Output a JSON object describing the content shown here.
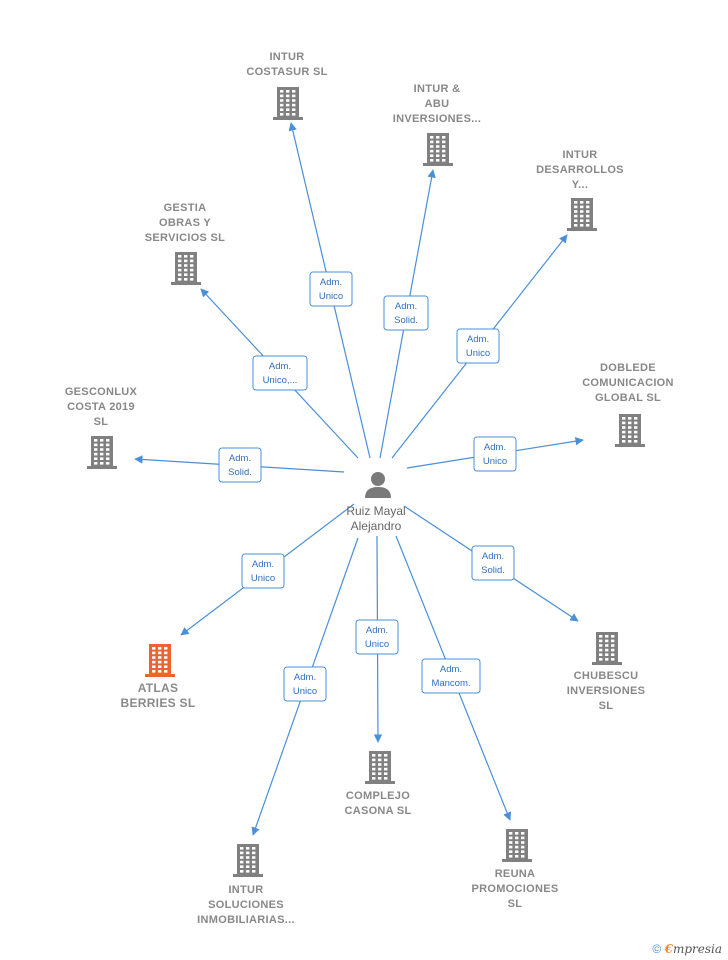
{
  "person": {
    "name_line1": "Ruiz Mayal",
    "name_line2": "Alejandro"
  },
  "colors": {
    "edge": "#4a8fd9",
    "building": "#808080",
    "highlight": "#f0622e"
  },
  "companies": [
    {
      "id": "intur-costasur",
      "lines": [
        "INTUR",
        "COSTASUR  SL"
      ],
      "icon": "building-icon"
    },
    {
      "id": "intur-abu",
      "lines": [
        "INTUR &",
        "ABU",
        "INVERSIONES..."
      ],
      "icon": "building-icon"
    },
    {
      "id": "intur-desarrollos",
      "lines": [
        "INTUR",
        "DESARROLLOS",
        "Y..."
      ],
      "icon": "building-icon"
    },
    {
      "id": "gestia",
      "lines": [
        "GESTIA",
        "OBRAS Y",
        "SERVICIOS  SL"
      ],
      "icon": "building-icon"
    },
    {
      "id": "doblede",
      "lines": [
        "DOBLEDE",
        "COMUNICACION",
        "GLOBAL  SL"
      ],
      "icon": "building-icon"
    },
    {
      "id": "gesconlux",
      "lines": [
        "GESCONLUX",
        "COSTA 2019",
        "SL"
      ],
      "icon": "building-icon"
    },
    {
      "id": "atlas",
      "lines": [
        "ATLAS",
        "BERRIES  SL"
      ],
      "icon": "building-icon",
      "highlight": true
    },
    {
      "id": "chubescu",
      "lines": [
        "CHUBESCU",
        "INVERSIONES",
        "SL"
      ],
      "icon": "building-icon"
    },
    {
      "id": "complejo",
      "lines": [
        "COMPLEJO",
        "CASONA  SL"
      ],
      "icon": "building-icon"
    },
    {
      "id": "reuna",
      "lines": [
        "REUNA",
        "PROMOCIONES",
        "SL"
      ],
      "icon": "building-icon"
    },
    {
      "id": "intur-soluciones",
      "lines": [
        "INTUR",
        "SOLUCIONES",
        "INMOBILIARIAS..."
      ],
      "icon": "building-icon"
    }
  ],
  "relations": [
    {
      "to": "intur-costasur",
      "lines": [
        "Adm.",
        "Unico"
      ]
    },
    {
      "to": "intur-abu",
      "lines": [
        "Adm.",
        "Solid."
      ]
    },
    {
      "to": "intur-desarrollos",
      "lines": [
        "Adm.",
        "Unico"
      ]
    },
    {
      "to": "gestia",
      "lines": [
        "Adm.",
        "Unico,..."
      ]
    },
    {
      "to": "doblede",
      "lines": [
        "Adm.",
        "Unico"
      ]
    },
    {
      "to": "gesconlux",
      "lines": [
        "Adm.",
        "Solid."
      ]
    },
    {
      "to": "atlas",
      "lines": [
        "Adm.",
        "Unico"
      ]
    },
    {
      "to": "chubescu",
      "lines": [
        "Adm.",
        "Solid."
      ]
    },
    {
      "to": "complejo",
      "lines": [
        "Adm.",
        "Unico"
      ]
    },
    {
      "to": "reuna",
      "lines": [
        "Adm.",
        "Mancom."
      ]
    },
    {
      "to": "intur-soluciones",
      "lines": [
        "Adm.",
        "Unico"
      ]
    }
  ],
  "footer": {
    "copyright": "©",
    "brand_e": "€",
    "brand_rest": "mpresia"
  }
}
